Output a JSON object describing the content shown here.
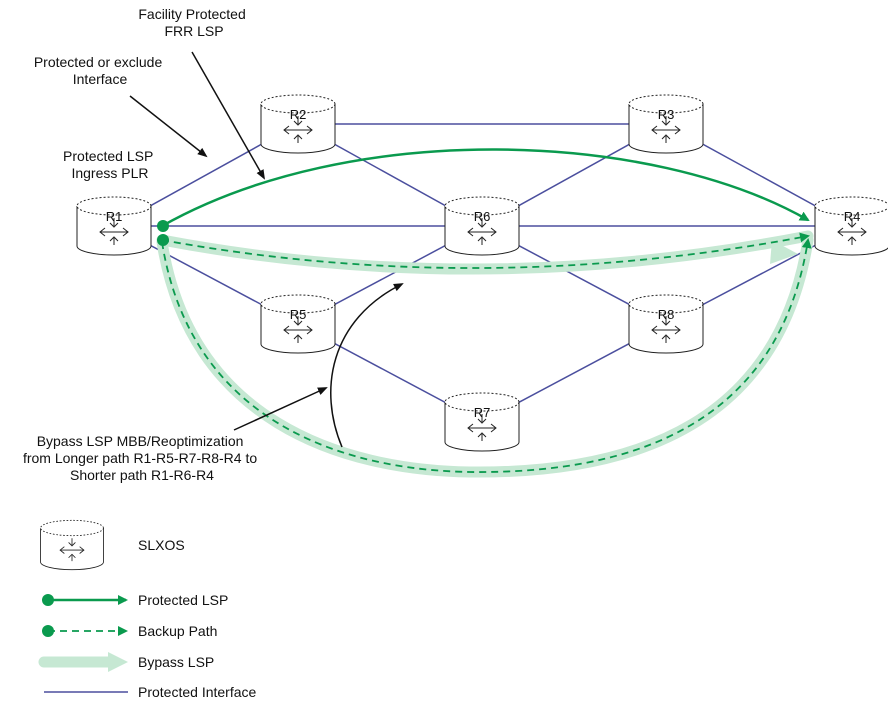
{
  "colors": {
    "protected_lsp": "#0a9a4e",
    "bypass_glow": "#c6e8d3",
    "interface": "#4b4f9e",
    "router_stroke": "#222222",
    "text": "#111111"
  },
  "labels": {
    "facility": [
      "Facility Protected",
      "FRR LSP"
    ],
    "protected_if": [
      "Protected or exclude",
      "Interface"
    ],
    "ingress": [
      "Protected LSP",
      "Ingress PLR"
    ],
    "reopt": [
      "Bypass LSP MBB/Reoptimization",
      "from Longer path R1-R5-R7-R8-R4 to",
      "Shorter path R1-R6-R4"
    ]
  },
  "routers": [
    {
      "id": "R1",
      "label": "R1"
    },
    {
      "id": "R2",
      "label": "R2"
    },
    {
      "id": "R3",
      "label": "R3"
    },
    {
      "id": "R4",
      "label": "R4"
    },
    {
      "id": "R5",
      "label": "R5"
    },
    {
      "id": "R6",
      "label": "R6"
    },
    {
      "id": "R7",
      "label": "R7"
    },
    {
      "id": "R8",
      "label": "R8"
    }
  ],
  "links": [
    [
      "R1",
      "R2"
    ],
    [
      "R2",
      "R3"
    ],
    [
      "R3",
      "R4"
    ],
    [
      "R1",
      "R6"
    ],
    [
      "R6",
      "R4"
    ],
    [
      "R2",
      "R6"
    ],
    [
      "R6",
      "R3"
    ],
    [
      "R1",
      "R5"
    ],
    [
      "R5",
      "R6"
    ],
    [
      "R5",
      "R7"
    ],
    [
      "R7",
      "R8"
    ],
    [
      "R6",
      "R8"
    ],
    [
      "R8",
      "R4"
    ]
  ],
  "legend": {
    "router": "SLXOS",
    "protected_lsp": "Protected LSP",
    "backup_path": "Backup Path",
    "bypass_lsp": "Bypass LSP",
    "protected_interface": "Protected Interface"
  }
}
